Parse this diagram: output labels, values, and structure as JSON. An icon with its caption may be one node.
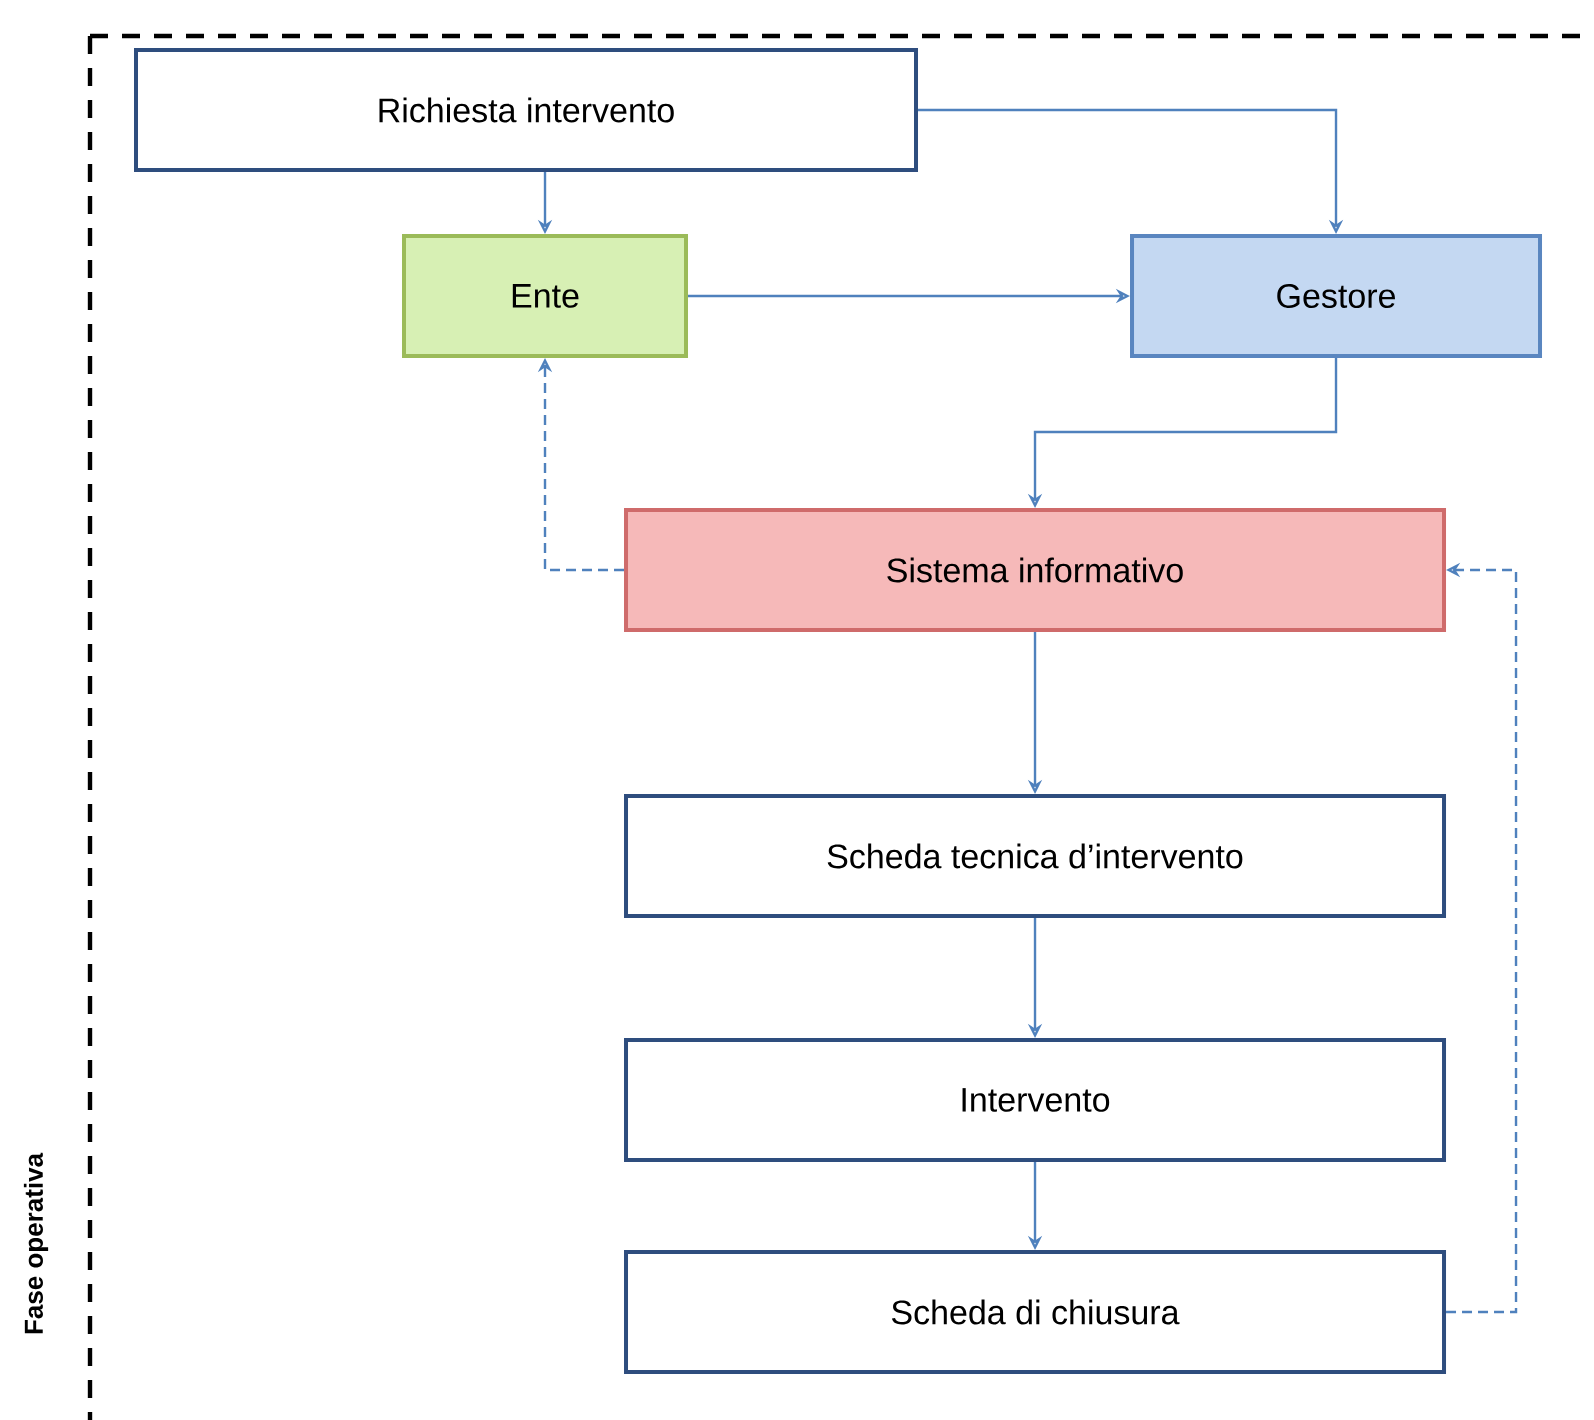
{
  "diagram": {
    "nodes": [
      {
        "text": [
          "Fase operativa"
        ]
      },
      {
        "text": [
          "Richiesta intervento"
        ],
        "in": 0
      },
      {
        "text": [
          "Ente"
        ],
        "in": 0
      },
      {
        "text": [
          "Gestore"
        ],
        "in": 0
      },
      {
        "text": [
          "Sistema informativo"
        ],
        "in": 0
      },
      {
        "text": [
          "Scheda tecnica d’intervento"
        ],
        "in": 0
      },
      {
        "text": [
          "Intervento"
        ],
        "in": 0
      },
      {
        "text": [
          "Scheda di chiusura"
        ],
        "in": 0
      }
    ],
    "edges": [
      {
        "from": 1,
        "to": 2,
        "arrow": "to"
      },
      {
        "from": 1,
        "to": 3,
        "arrow": "to"
      },
      {
        "from": 2,
        "to": 3,
        "arrow": "to"
      },
      {
        "from": 3,
        "to": 4,
        "arrow": "to"
      },
      {
        "from": 4,
        "to": 2,
        "arrow": "to",
        "style": "dashed"
      },
      {
        "from": 4,
        "to": 5,
        "arrow": "to"
      },
      {
        "from": 5,
        "to": 6,
        "arrow": "to"
      },
      {
        "from": 6,
        "to": 7,
        "arrow": "to"
      },
      {
        "from": 7,
        "to": 4,
        "arrow": "to",
        "style": "dashed"
      }
    ]
  }
}
